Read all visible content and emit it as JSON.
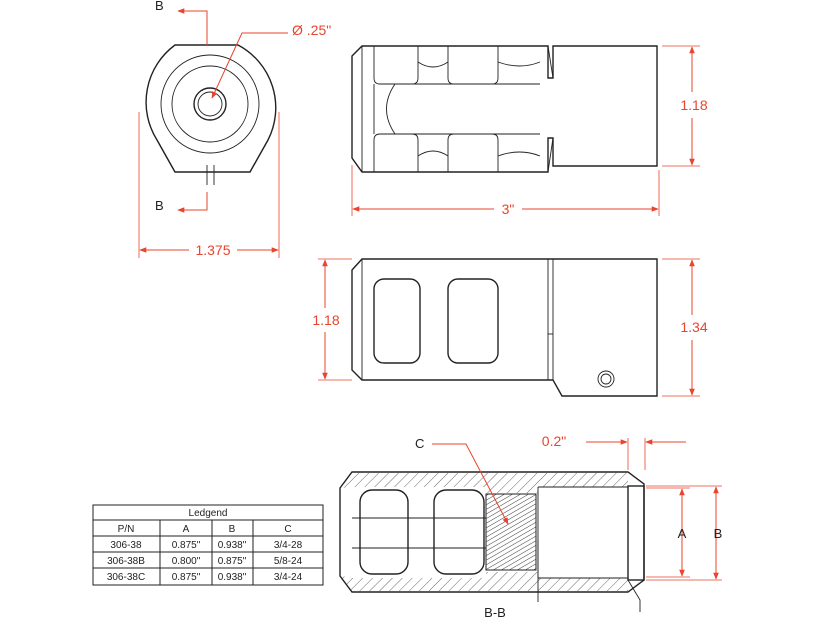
{
  "labels": {
    "section_top": "B",
    "section_bottom": "B",
    "section_view": "B-B",
    "callout_c": "C",
    "dim_a": "A",
    "dim_b": "B"
  },
  "dimensions": {
    "bore_diameter": "Ø .25\"",
    "outer_diameter": "1.375",
    "length": "3\"",
    "height_top": "1.18",
    "height_side_left": "1.18",
    "height_side_right": "1.34",
    "chamfer": "0.2\""
  },
  "legend": {
    "title": "Ledgend",
    "headers": [
      "P/N",
      "A",
      "B",
      "C"
    ],
    "rows": [
      [
        "306-38",
        "0.875\"",
        "0.938\"",
        "3/4-28"
      ],
      [
        "306-38B",
        "0.800\"",
        "0.875\"",
        "5/8-24"
      ],
      [
        "306-38C",
        "0.875\"",
        "0.938\"",
        "3/4-24"
      ]
    ]
  },
  "colors": {
    "dimension": "#e8442e",
    "outline": "#222222"
  }
}
